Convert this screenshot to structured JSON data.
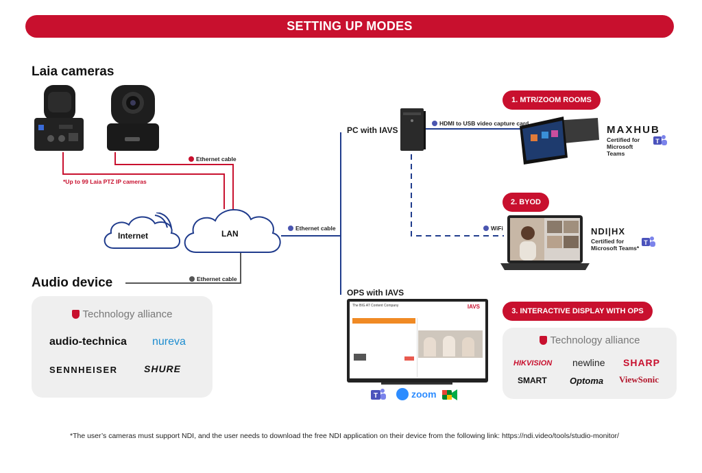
{
  "banner": {
    "title": "SETTING UP MODES"
  },
  "cameras": {
    "heading": "Laia cameras",
    "note": "*Up to 99 Laia PTZ IP cameras",
    "ethernet_label": "Ethernet cable"
  },
  "network": {
    "internet_label": "Internet",
    "lan_label": "LAN",
    "lan_to_pc_label": "Ethernet cable"
  },
  "audio": {
    "heading": "Audio device",
    "ethernet_label": "Ethernet cable",
    "alliance_title": "Technology alliance",
    "brands": [
      "audio-technica",
      "nureva",
      "SENNHEISER",
      "SHURE"
    ]
  },
  "pc": {
    "label": "PC with IAVS",
    "hdmi_label": "HDMI to USB video capture card",
    "wifi_label": "WiFi"
  },
  "ops": {
    "label": "OPS with IAVS",
    "screen_company": "The BIG AT Content Company",
    "screen_brand": "IAVS",
    "apps": [
      "teams-icon",
      "zoom-logo",
      "meet-icon"
    ],
    "zoom_text": "zoom"
  },
  "modes": [
    {
      "label": "1.  MTR/ZOOM ROOMS",
      "brand": "MAXHUB",
      "cert": "Certified for Microsoft Teams"
    },
    {
      "label": "2.  BYOD",
      "brand": "NDI|HX",
      "cert": "Certified for Microsoft Teams*"
    },
    {
      "label": "3.  INTERACTIVE DISPLAY WITH OPS",
      "alliance_title": "Technology alliance",
      "brands": [
        "HIKVISION",
        "newline",
        "SHARP",
        "SMART",
        "Optoma",
        "ViewSonic"
      ]
    }
  ],
  "footnote": "*The user’s cameras must support NDI, and the user needs to download the free NDI application on their device from the following link: https://ndi.video/tools/studio-monitor/",
  "colors": {
    "brand_red": "#c8102e",
    "line_blue": "#1f3b8c",
    "line_gray": "#555555",
    "panel": "#efefef"
  }
}
